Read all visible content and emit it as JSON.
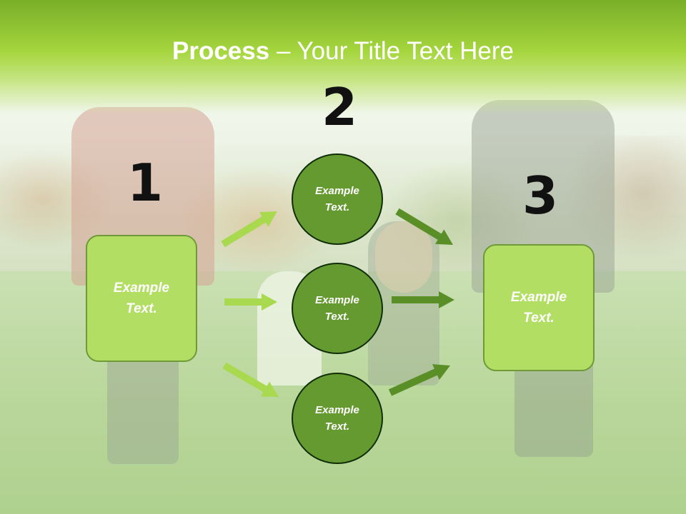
{
  "title": {
    "bold": "Process",
    "rest": " – Your Title Text Here"
  },
  "steps": [
    {
      "number": "1",
      "text": "Example\nText."
    },
    {
      "number": "2"
    },
    {
      "number": "3",
      "text": "Example\nText."
    }
  ],
  "circles": [
    {
      "text": "Example\nText."
    },
    {
      "text": "Example\nText."
    },
    {
      "text": "Example\nText."
    }
  ],
  "colors": {
    "title_band": "#a5d63d",
    "box_fill": "#b2de64",
    "circle_fill": "#659a31",
    "arrow_light": "#a8d94e",
    "arrow_dark": "#5a8f28"
  }
}
